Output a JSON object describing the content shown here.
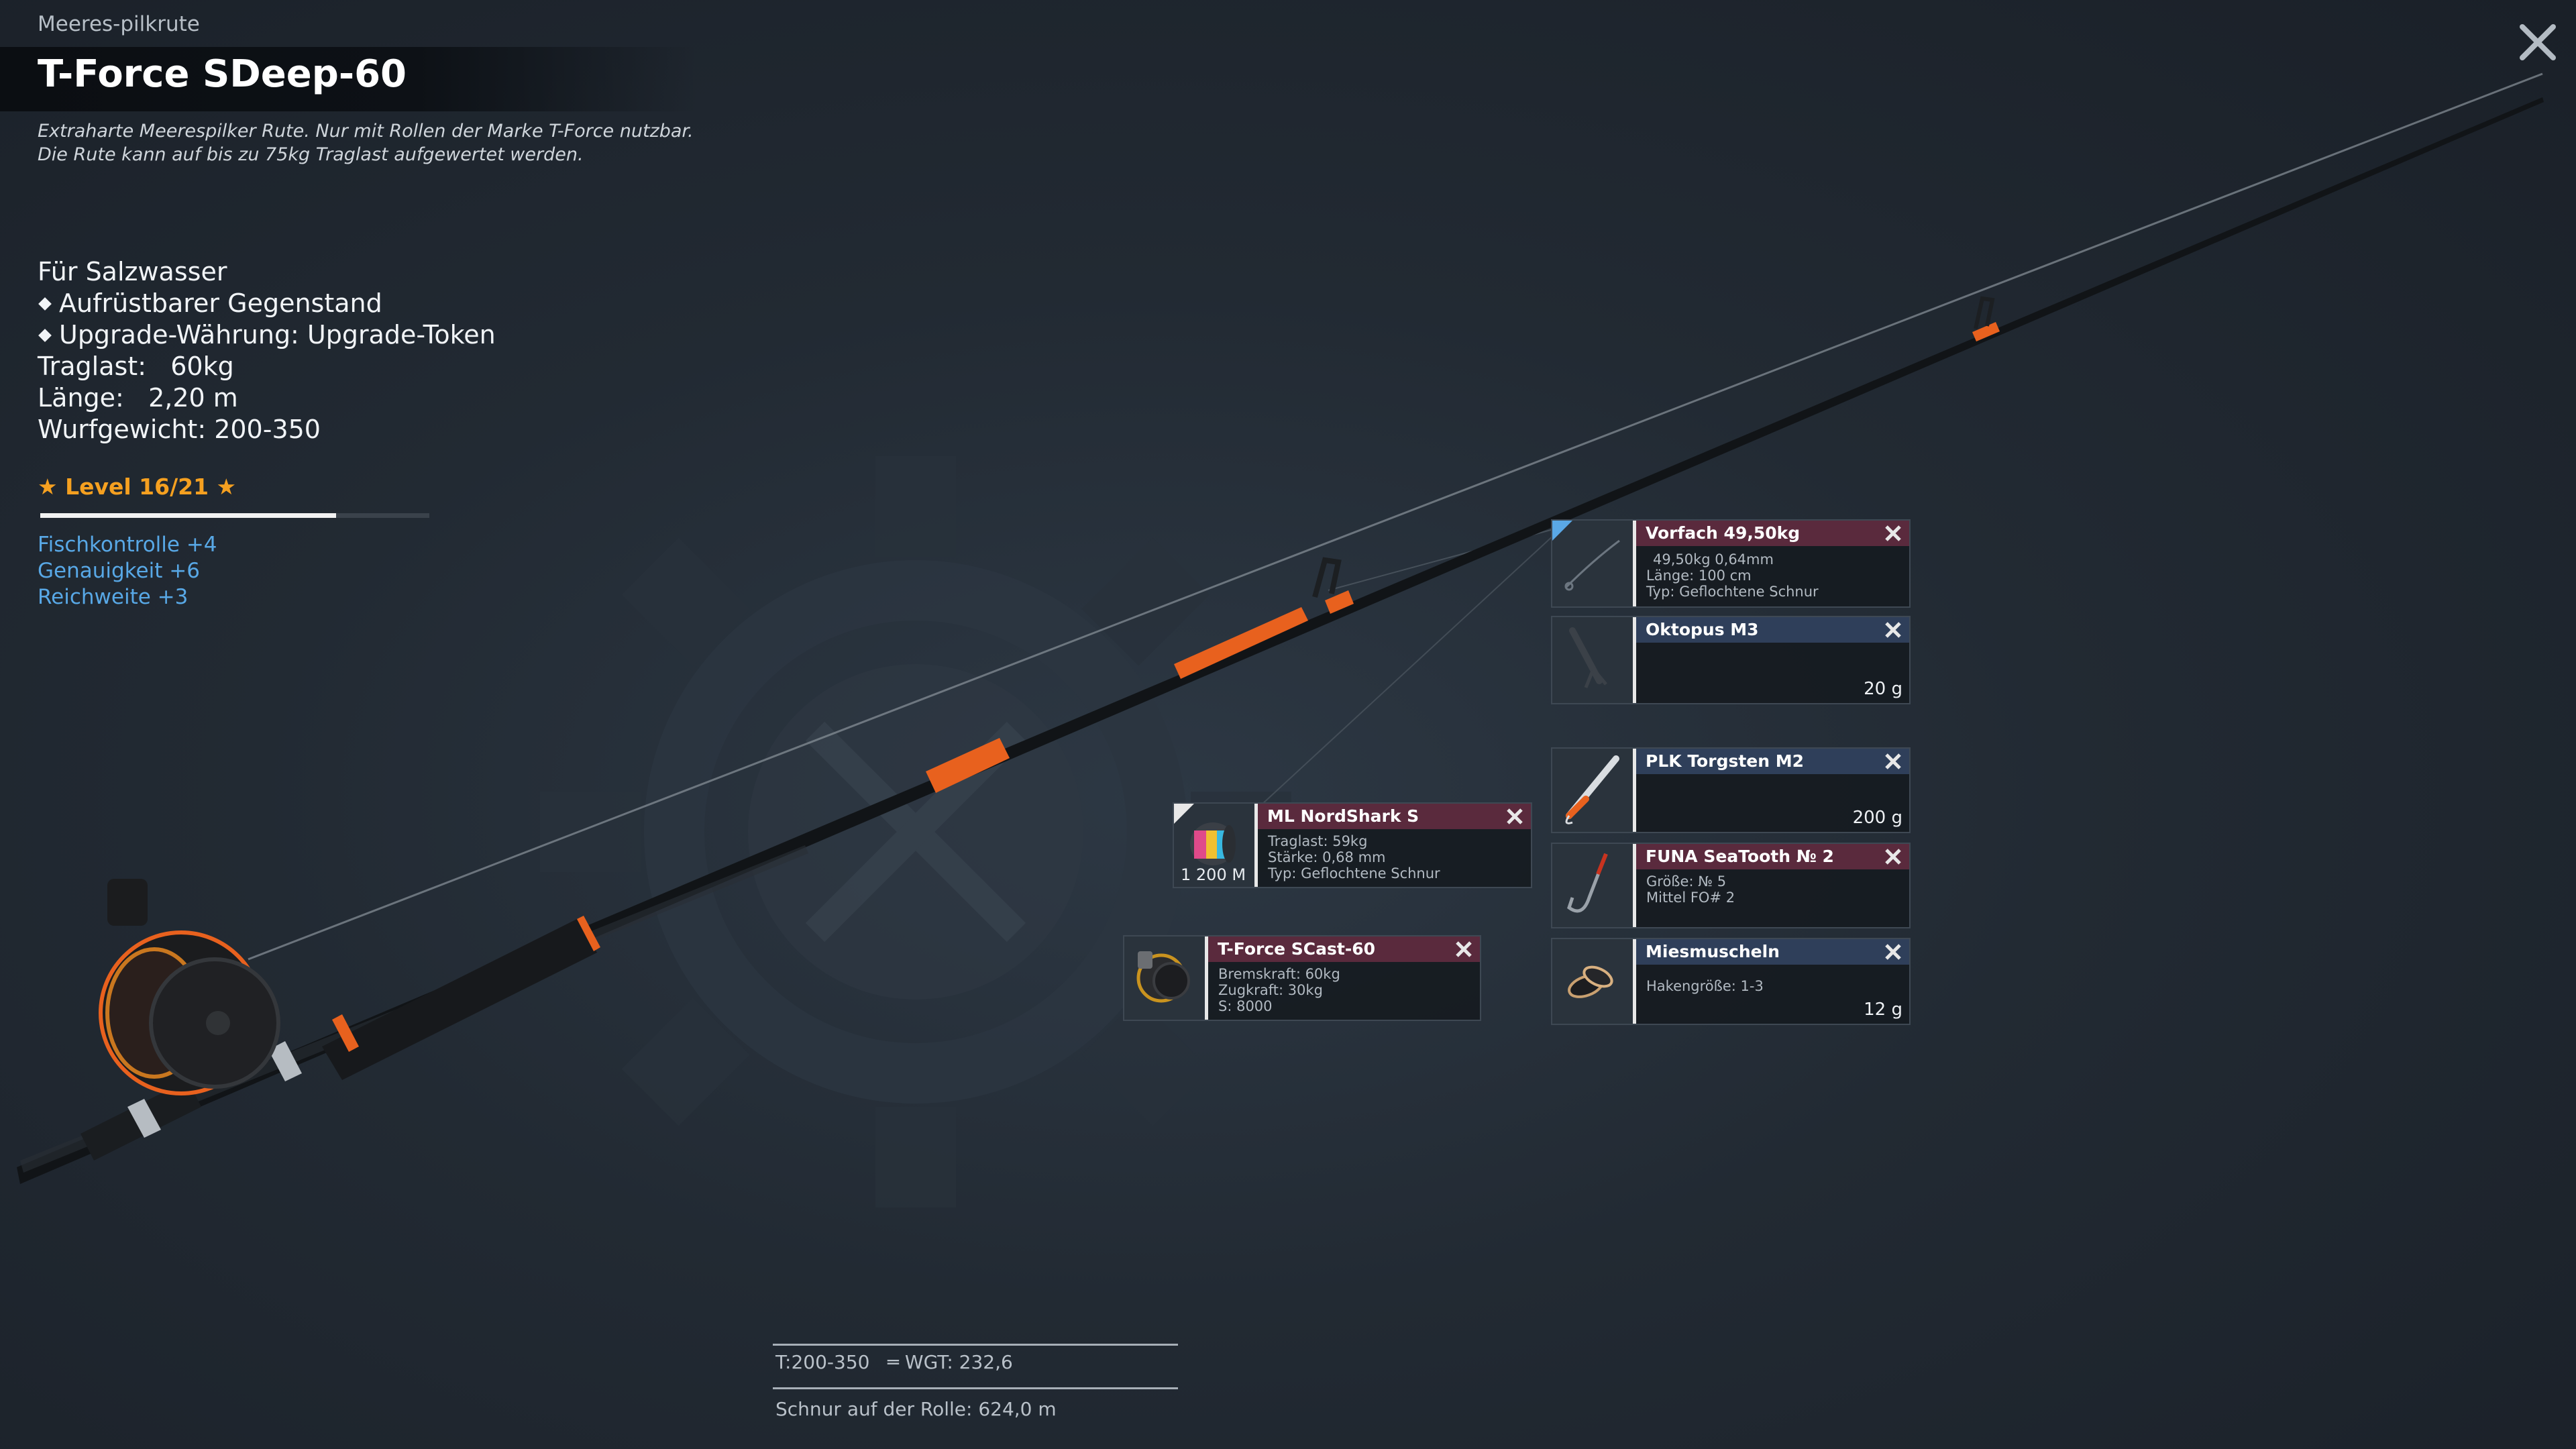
{
  "header": {
    "category": "Meeres-pilkrute",
    "title": "T-Force SDeep-60",
    "description_1": "Extraharte Meerespilker Rute. Nur mit Rollen der Marke T-Force nutzbar.",
    "description_2": "Die Rute kann auf bis zu 75kg Traglast aufgewertet werden."
  },
  "stats": {
    "water": "Für Salzwasser",
    "upgradeable": "Aufrüstbarer Gegenstand",
    "currency": "Upgrade-Währung: Upgrade-Token",
    "load": "Traglast:   60kg",
    "length": "Länge:   2,20 m",
    "cast_weight": "Wurfgewicht: 200-350"
  },
  "level": {
    "label": "★ Level 16/21 ★",
    "progress": 0.76
  },
  "bonuses": [
    "Fischkontrolle +4",
    "Genauigkeit +6",
    "Reichweite +3"
  ],
  "cards": {
    "leader": {
      "title": "Vorfach  49,50kg",
      "line1": "49,50kg   0,64mm",
      "line2": "Länge:   100 cm",
      "line3": "Typ: Geflochtene Schnur"
    },
    "jig": {
      "title": "Oktopus M3",
      "weight": "20 g"
    },
    "line": {
      "title": "ML NordShark S",
      "line1": "Traglast:   59kg",
      "line2": "Stärke:   0,68 mm",
      "line3": "Typ: Geflochtene Schnur",
      "amount": "1 200 M"
    },
    "pilker": {
      "title": "PLK Torgsten M2",
      "weight": "200 g"
    },
    "reel": {
      "title": "T-Force SCast-60",
      "line1": "Bremskraft:   60kg",
      "line2": "Zugkraft:   30kg",
      "line3": "S: 8000"
    },
    "hook": {
      "title": "FUNA SeaTooth № 2",
      "line1": "Größe: № 5",
      "line2": "Mittel FO# 2"
    },
    "bait": {
      "title": "Miesmuscheln",
      "line1": "Hakengröße: 1-3",
      "weight": "12 g"
    }
  },
  "bottom": {
    "summary": "T:200-350   ═ WGT: 232,6",
    "line_on_reel": "Schnur auf der Rolle: 624,0 m"
  },
  "colors": {
    "accent_orange": "#f5a020",
    "bonus_blue": "#58a8e6",
    "card_maroon": "#5a2a3d",
    "card_blue": "#2f3f5a",
    "rod_orange": "#e8611e"
  }
}
